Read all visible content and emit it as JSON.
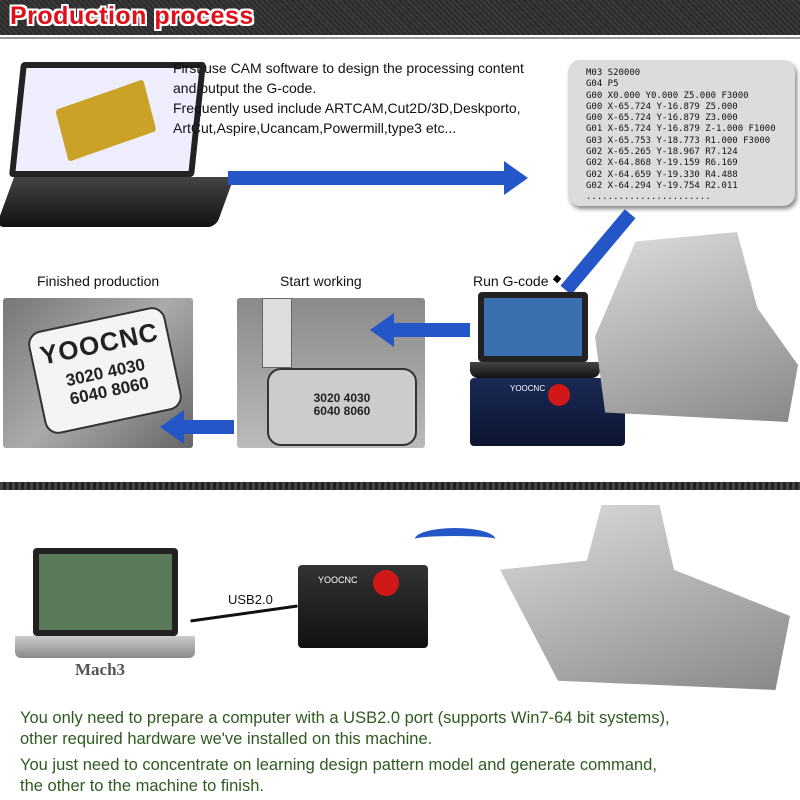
{
  "header": {
    "title": "Production process"
  },
  "intro": {
    "line1": "First use CAM software to design the processing content",
    "line2": "and output the G-code.",
    "line3": "Frequently used include ARTCAM,Cut2D/3D,Deskporto,",
    "line4": "ArtCut,Aspire,Ucancam,Powermill,type3 etc..."
  },
  "gcode": [
    "M03 S20000",
    "G04 P5",
    "G00 X0.000 Y0.000 Z5.000 F3000",
    "G00 X-65.724 Y-16.879 Z5.000",
    "G00 X-65.724 Y-16.879 Z3.000",
    "G01 X-65.724 Y-16.879 Z-1.000 F1000",
    "G03 X-65.753 Y-18.773 R1.000 F3000",
    "G02 X-65.265 Y-18.967 R7.124",
    "G02 X-64.868 Y-19.159 R6.169",
    "G02 X-64.659 Y-19.330 R4.488",
    "G02 X-64.294 Y-19.754 R2.011",
    "......................."
  ],
  "steps": {
    "finished": "Finished production",
    "start": "Start working",
    "run": "Run G-code"
  },
  "plate": {
    "brand": "YOOCNC",
    "models": "3020 4030 6040 8060"
  },
  "setup": {
    "usb": "USB2.0",
    "software": "Mach3",
    "controller_brand": "YOOCNC"
  },
  "notes": {
    "line1": "You only need to prepare a computer with a USB2.0 port (supports Win7-64 bit systems),",
    "line2": "other required hardware we've installed on this machine.",
    "line3": "You just need to concentrate on learning design pattern model and generate command,",
    "line4": "the other to the machine to finish."
  },
  "colors": {
    "title": "#e0101a",
    "arrow": "#2456c8",
    "note_text": "#2f5a20"
  }
}
